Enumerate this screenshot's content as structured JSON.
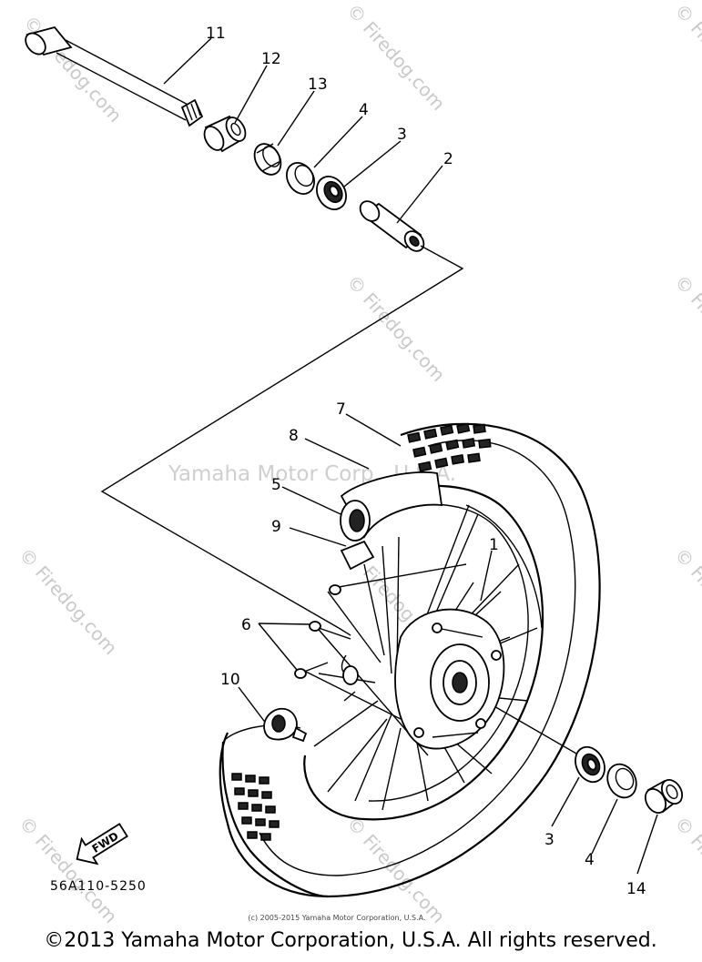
{
  "diagram": {
    "callouts": [
      {
        "id": "c11",
        "text": "11"
      },
      {
        "id": "c12",
        "text": "12"
      },
      {
        "id": "c13",
        "text": "13"
      },
      {
        "id": "c4a",
        "text": "4"
      },
      {
        "id": "c3a",
        "text": "3"
      },
      {
        "id": "c2",
        "text": "2"
      },
      {
        "id": "c7",
        "text": "7"
      },
      {
        "id": "c8",
        "text": "8"
      },
      {
        "id": "c5",
        "text": "5"
      },
      {
        "id": "c9",
        "text": "9"
      },
      {
        "id": "c1",
        "text": "1"
      },
      {
        "id": "c6",
        "text": "6"
      },
      {
        "id": "c10",
        "text": "10"
      },
      {
        "id": "c3b",
        "text": "3"
      },
      {
        "id": "c4b",
        "text": "4"
      },
      {
        "id": "c14",
        "text": "14"
      }
    ],
    "direction_label": "FWD",
    "part_code": "56A110-5250"
  },
  "watermarks": {
    "site": "© Firedog.com",
    "center": "Yamaha Motor Corp., U.S.A."
  },
  "footer": {
    "small_copyright": "(c) 2005-2015 Yamaha Motor Corporation, U.S.A.",
    "copyright": "©2013 Yamaha Motor Corporation, U.S.A. All rights reserved."
  }
}
